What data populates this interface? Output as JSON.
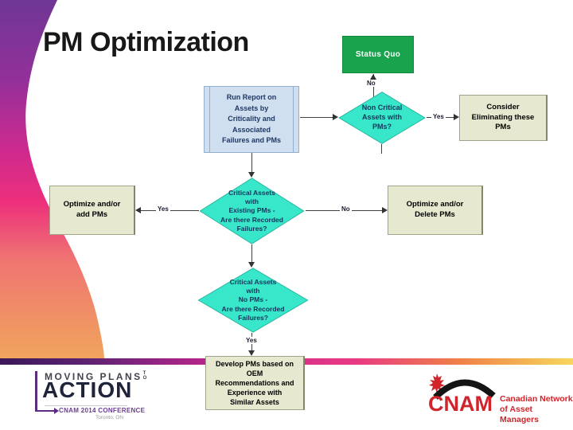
{
  "slide": {
    "title": "PM Optimization"
  },
  "flowchart": {
    "status_quo": "Status Quo",
    "run_report": "Run Report on\nAssets by\nCriticality and\nAssociated\nFailures and PMs",
    "non_critical": "Non Critical\nAssets with\nPMs?",
    "consider": "Consider\nEliminating these\nPMs",
    "critical_existing": "Critical Assets\nwith\nExisting PMs -\nAre there Recorded\nFailures?",
    "optimize_add": "Optimize and/or\nadd PMs",
    "optimize_delete": "Optimize and/or\nDelete PMs",
    "critical_no_pms": "Critical Assets\nwith\nNo PMs -\nAre there Recorded\nFailures?",
    "develop": "Develop PMs based on\nOEM\nRecommendations and\nExperience with\nSimilar Assets",
    "labels": {
      "no_to_status_quo": "No",
      "yes_to_consider": "Yes",
      "yes_to_optimize_add": "Yes",
      "no_to_optimize_delete": "No",
      "yes_to_develop": "Yes"
    }
  },
  "footer": {
    "moving": {
      "top": "MOVING PLANS",
      "to": "TO",
      "main": "ACTION",
      "sub": "CNAM 2014 CONFERENCE",
      "city": "Toronto, ON"
    },
    "cnam": {
      "acronym": "CNAM",
      "line1": "Canadian Network",
      "line2": "of Asset Managers"
    }
  },
  "colors": {
    "status_quo_green": "#18a34c",
    "diamond_teal": "#38e6ca",
    "process_beige": "#e6e8cf",
    "report_blue": "#cfdfef",
    "cnam_red": "#d0252c",
    "logo_purple": "#5b2d82"
  }
}
